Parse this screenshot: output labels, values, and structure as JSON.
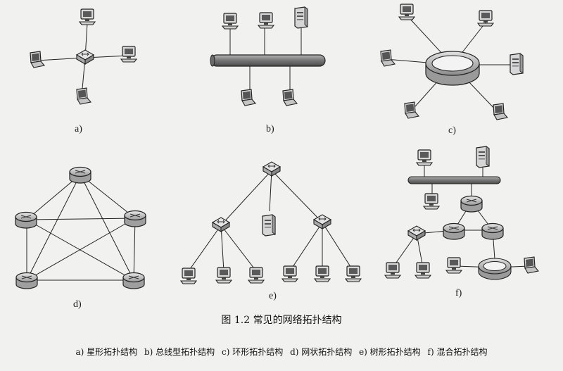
{
  "panel_labels": [
    "a)",
    "b)",
    "c)",
    "d)",
    "e)",
    "f)"
  ],
  "figure_caption": "图 1.2    常见的网络拓扑结构",
  "legend_items": [
    "a) 星形拓扑结构",
    "b) 总线型拓扑结构",
    "c) 环形拓扑结构",
    "d) 网状拓扑结构",
    "e) 树形拓扑结构",
    "f) 混合拓扑结构"
  ],
  "icons": {
    "computer": "desktop-computer-icon",
    "laptop": "laptop-icon",
    "server": "server-icon",
    "hub": "hub-icon",
    "router": "router-icon",
    "ring": "ring-icon",
    "bus": "bus-cable-icon"
  }
}
